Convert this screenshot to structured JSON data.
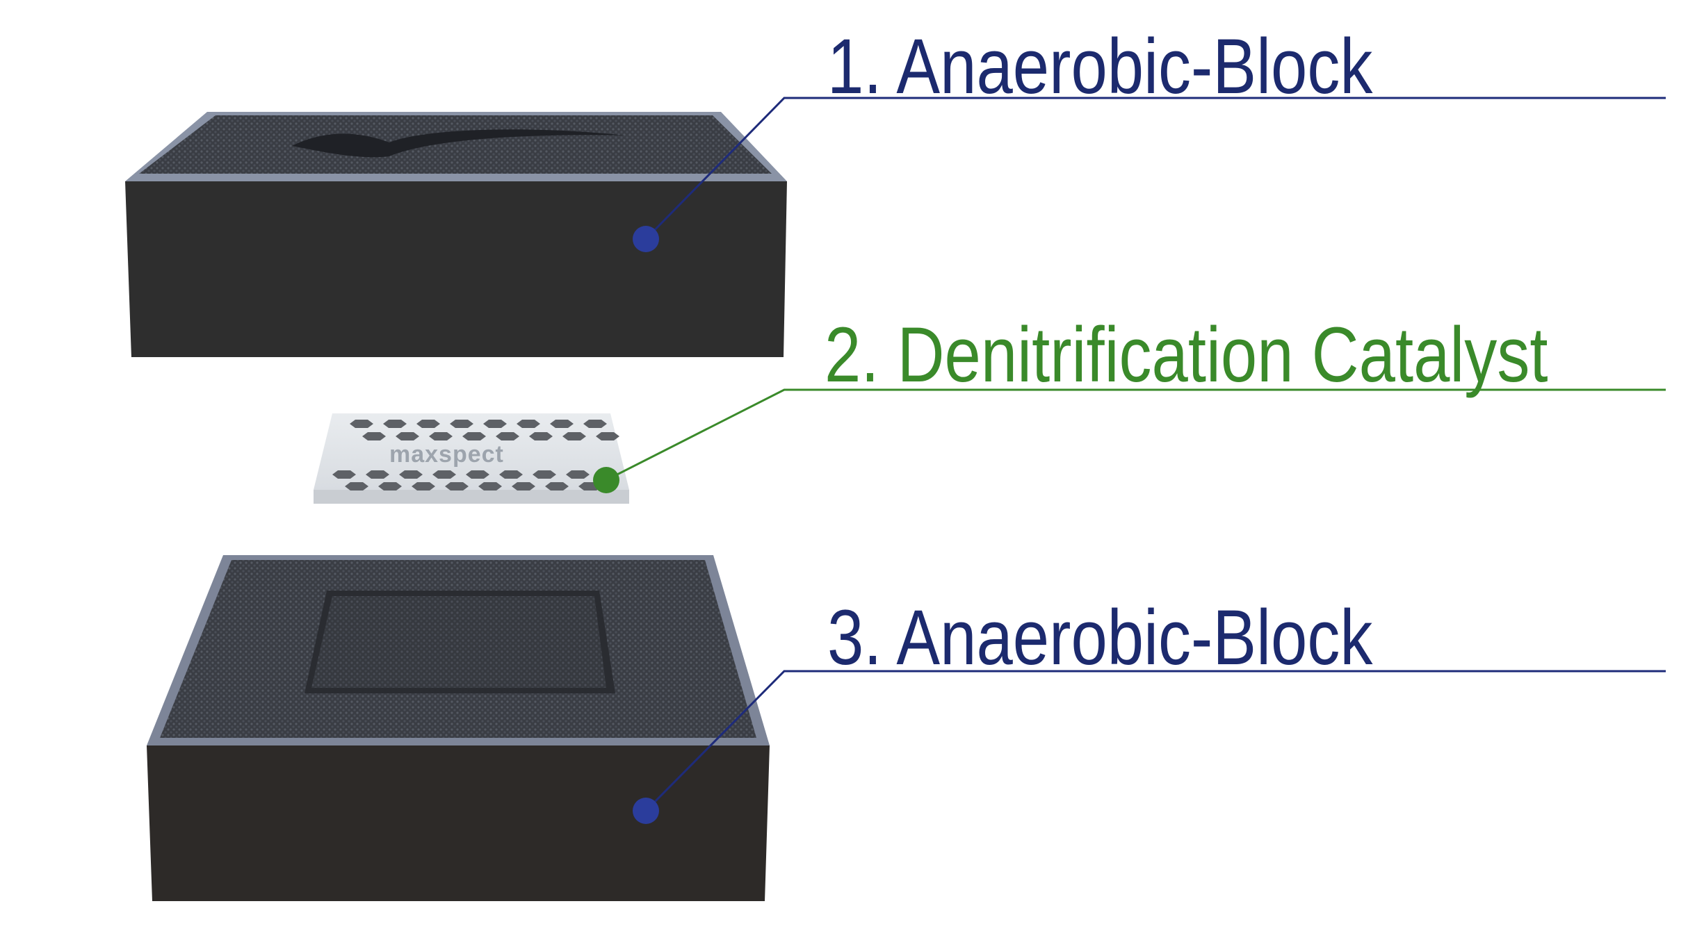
{
  "labels": [
    {
      "text": "1. Anaerobic-Block",
      "color": "#1c2a6e"
    },
    {
      "text": "2. Denitrification Catalyst",
      "color": "#3a8a2a"
    },
    {
      "text": "3. Anaerobic-Block",
      "color": "#1c2a6e"
    }
  ],
  "catalyst_logo": "maxspect",
  "colors": {
    "navy_line": "#1e2b7a",
    "navy_dot": "#2b3d9c",
    "green": "#3a8a2a",
    "block": "#2e2e2e"
  }
}
